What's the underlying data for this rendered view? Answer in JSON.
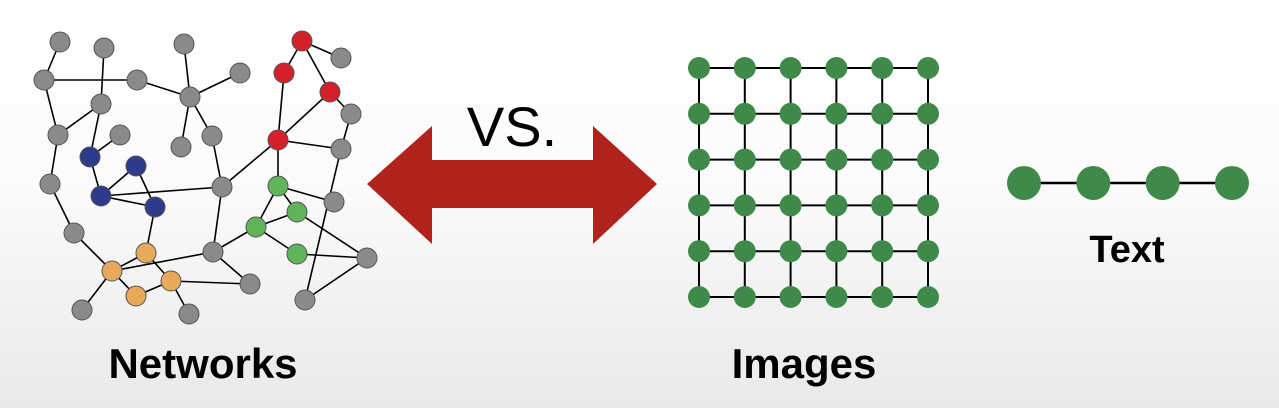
{
  "labels": {
    "networks": "Networks",
    "vs": "VS.",
    "images": "Images",
    "text": "Text"
  },
  "colors": {
    "gray_node": "#8a8a8a",
    "blue_node": "#2e3a8c",
    "red_node": "#d4202a",
    "green_node": "#5fb45a",
    "orange_node": "#e8a95a",
    "grid_node": "#3f8a4a",
    "arrow": "#b0221c",
    "edge": "#000000"
  },
  "grid": {
    "rows": 6,
    "cols": 6
  },
  "text_chain": {
    "count": 4
  }
}
